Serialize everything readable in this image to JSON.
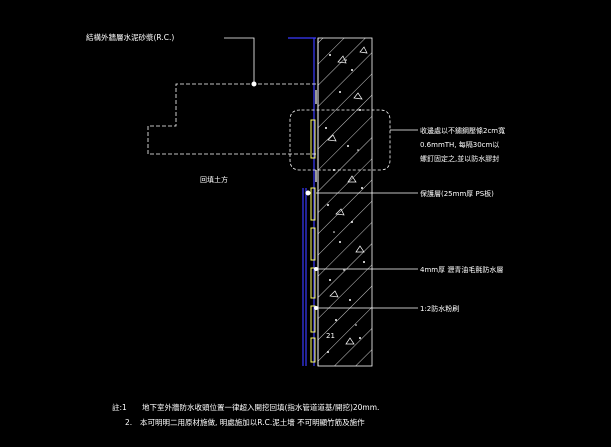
{
  "labels": {
    "top_left": "結構外牆層水泥砂漿(R.C.)",
    "mid_left": "回填土方",
    "callout_1_line_1": "收邊處以不鏽鋼壓條2cm寬",
    "callout_1_line_2": "0.6mmTH, 每隔30cm以",
    "callout_1_line_3": "螺釘固定之,並以防水膠封",
    "callout_2": "保護層(25mm厚 PS板)",
    "callout_3": "4mm厚 瀝青油毛氈防水層",
    "callout_4": "1:2防水粉刷",
    "wall_mark": "21"
  },
  "notes": {
    "prefix": "註:1",
    "line_1": "地下室外牆防水收頭位置一律超入開挖回填(指水管道道基/開挖)20mm.",
    "num_2": "2.",
    "line_2": "本可明明二用原材施做, 明處施加以R.C.泥土墻 不可明顯竹筋及施作"
  },
  "colors": {
    "background": "#000000",
    "line": "#ffffff",
    "accent_blue": "#3a3aff",
    "accent_yellow": "#ffff66"
  }
}
